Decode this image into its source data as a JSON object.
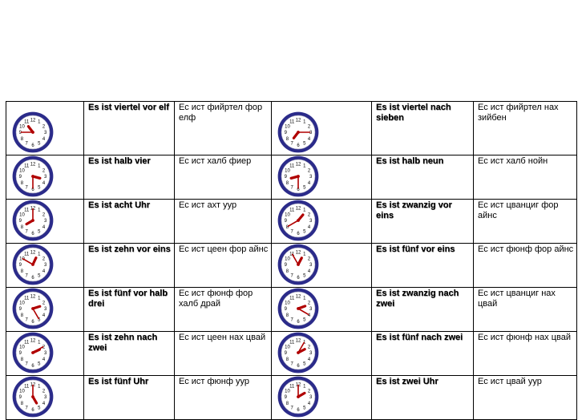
{
  "rows": [
    {
      "left": {
        "hour": 10.75,
        "minute": 45,
        "de": "Es ist viertel  vor  elf",
        "ru": "Ес ист фийртел фор елф"
      },
      "right": {
        "hour": 7.25,
        "minute": 15,
        "de": "Es ist viertel  nach sieben",
        "ru": "Ес ист фийртел нах зийбен"
      }
    },
    {
      "left": {
        "hour": 3.5,
        "minute": 30,
        "de": "Es ist halb vier",
        "ru": "Ес ист халб фиер"
      },
      "right": {
        "hour": 8.5,
        "minute": 30,
        "de": "Es ist halb neun",
        "ru": "Ес ист халб нойн"
      }
    },
    {
      "left": {
        "hour": 8,
        "minute": 0,
        "de": "Es ist acht Uhr",
        "ru": "Ес ист ахт уур"
      },
      "right": {
        "hour": 1.33,
        "minute": 40,
        "de": "Es ist zwanzig  vor eins",
        "ru": "Ес ист цванциг фор айнс"
      }
    },
    {
      "left": {
        "hour": 12.83,
        "minute": 50,
        "de": "Es ist zehn  vor  eins",
        "ru": "Ес ист цеен фор айнс"
      },
      "right": {
        "hour": 12.92,
        "minute": 55,
        "de": "Es ist fünf  vor  eins",
        "ru": "Ес ист фюнф фор айнс"
      }
    },
    {
      "left": {
        "hour": 2.42,
        "minute": 25,
        "de": "Es ist fünf  vor  halb drei",
        "ru": "Ес ист фюнф фор халб драй"
      },
      "right": {
        "hour": 2.33,
        "minute": 20,
        "de": "Es ist zwanzig  nach zwei",
        "ru": "Ес ист цванциг нах цвай"
      }
    },
    {
      "left": {
        "hour": 2.17,
        "minute": 10,
        "de": "Es ist zehn  nach  zwei",
        "ru": "Ес ист цеен нах цвай"
      },
      "right": {
        "hour": 2.08,
        "minute": 5,
        "de": "Es ist fünf  nach  zwei",
        "ru": "Ес ист фюнф нах цвай"
      }
    },
    {
      "left": {
        "hour": 5,
        "minute": 0,
        "de": "Es ist fünf Uhr",
        "ru": "Ес ист фюнф уур"
      },
      "right": {
        "hour": 2,
        "minute": 0,
        "de": "Es ist zwei Uhr",
        "ru": "Ес ист цвай уур"
      }
    }
  ],
  "clock_numerals": [
    "12",
    "1",
    "2",
    "3",
    "4",
    "5",
    "6",
    "7",
    "8",
    "9",
    "10",
    "11"
  ],
  "colors": {
    "rim": "#2b2b8a",
    "face": "#ffffff",
    "hand": "#b00000",
    "numeral": "#000000"
  }
}
